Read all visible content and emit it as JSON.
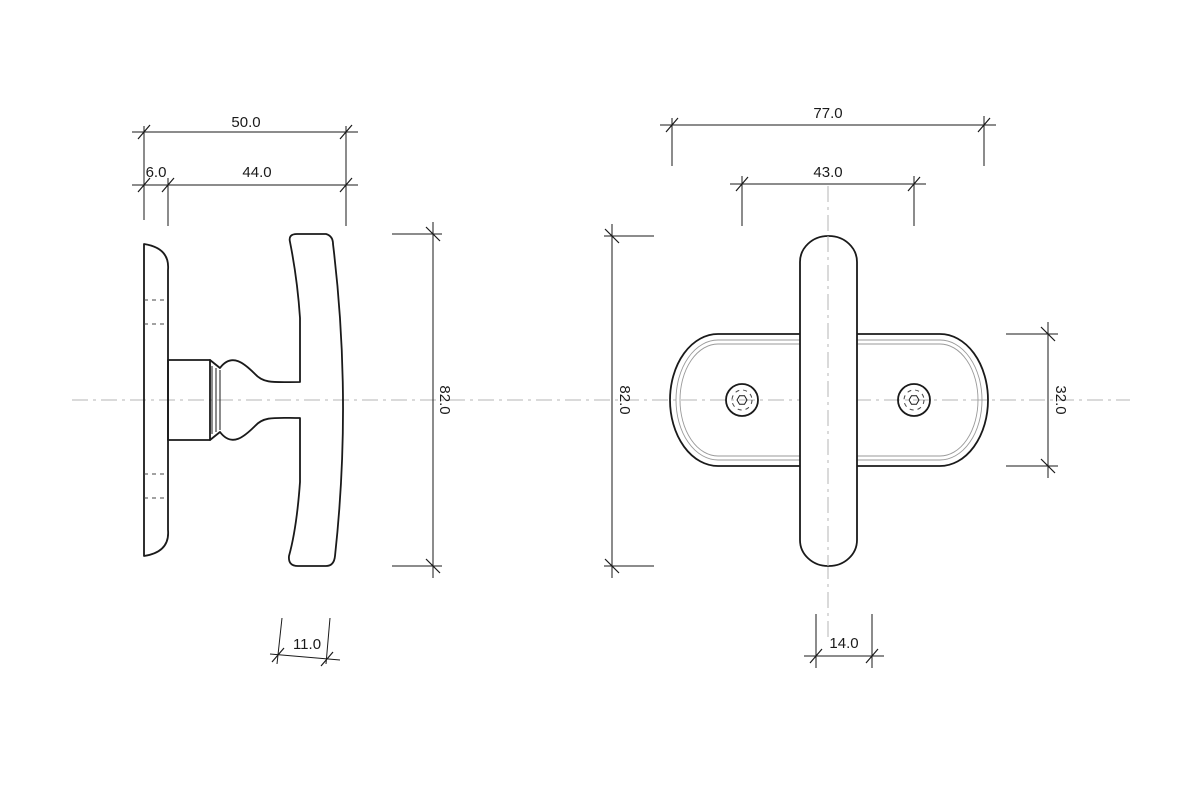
{
  "side_view": {
    "dims": {
      "overall_width": "50.0",
      "rose_thickness": "6.0",
      "projection": "44.0",
      "handle_height": "82.0",
      "grip_thickness": "11.0"
    }
  },
  "front_view": {
    "dims": {
      "plate_width": "77.0",
      "screw_spacing": "43.0",
      "handle_height": "82.0",
      "plate_height": "32.0",
      "grip_width": "14.0"
    }
  }
}
